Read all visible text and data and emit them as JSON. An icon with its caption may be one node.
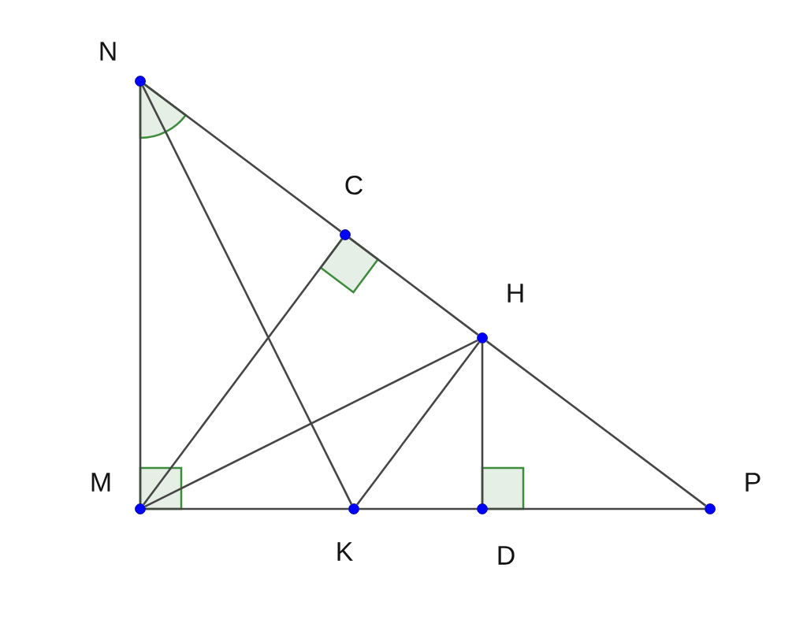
{
  "diagram": {
    "nodes": [
      {
        "text": [
          "N"
        ]
      },
      {
        "text": [
          "C"
        ]
      },
      {
        "text": [
          "H"
        ]
      },
      {
        "text": [
          "M"
        ]
      },
      {
        "text": [
          "K"
        ]
      },
      {
        "text": [
          "D"
        ]
      },
      {
        "text": [
          "P"
        ]
      }
    ],
    "edges": [
      {
        "from": 0,
        "to": 3,
        "arrow": "none"
      },
      {
        "from": 0,
        "to": 1,
        "arrow": "none"
      },
      {
        "from": 1,
        "to": 2,
        "arrow": "none"
      },
      {
        "from": 2,
        "to": 6,
        "arrow": "none"
      },
      {
        "from": 3,
        "to": 4,
        "arrow": "none"
      },
      {
        "from": 4,
        "to": 5,
        "arrow": "none"
      },
      {
        "from": 5,
        "to": 6,
        "arrow": "none"
      },
      {
        "from": 0,
        "to": 4,
        "arrow": "none"
      },
      {
        "from": 3,
        "to": 1,
        "arrow": "none"
      },
      {
        "from": 3,
        "to": 2,
        "arrow": "none"
      },
      {
        "from": 2,
        "to": 4,
        "arrow": "none"
      },
      {
        "from": 2,
        "to": 5,
        "arrow": "none"
      }
    ]
  }
}
